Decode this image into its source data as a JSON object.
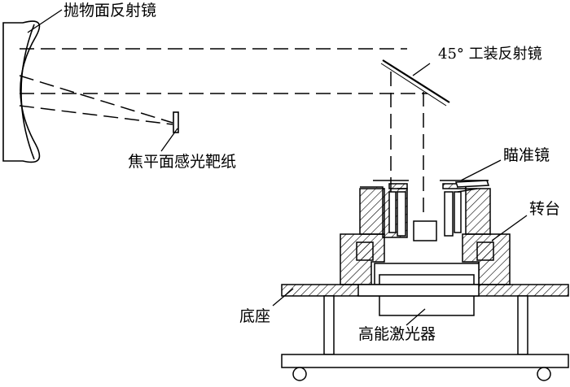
{
  "labels": {
    "parabolic_mirror": "抛物面反射镜",
    "fixture_mirror": "45° 工装反射镜",
    "focal_target": "焦平面感光靶纸",
    "aiming_mirror": "瞄准镜",
    "turntable": "转台",
    "base": "底座",
    "laser": "高能激光器"
  },
  "colors": {
    "line": "#000000",
    "background": "#ffffff"
  }
}
